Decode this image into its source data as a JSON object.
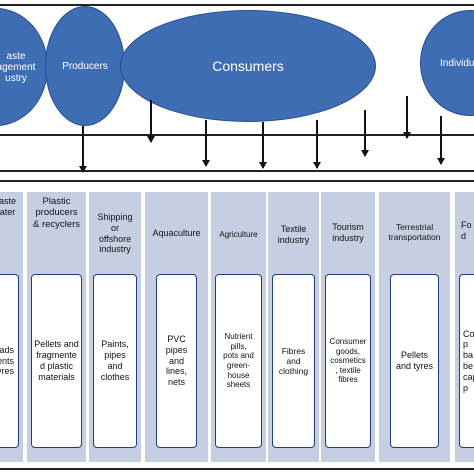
{
  "colors": {
    "ellipse_fill": "#3e6db4",
    "column_fill": "#c6cfe2",
    "box_border": "#1f3f7a"
  },
  "flow": {
    "waste": "aste\nagement\nustry",
    "producers": "Producers",
    "consumers": "Consumers",
    "individuals": "Individu"
  },
  "columns": [
    {
      "title": "aste\nater",
      "body": "eads\nents\ntyres"
    },
    {
      "title": "Plastic\nproducers\n& recyclers",
      "body": "Pellets and\nfragmente\nd plastic\nmaterials"
    },
    {
      "title": "Shipping\nor\noffshore\nindustry",
      "body": "Paints,\npipes\nand\nclothes"
    },
    {
      "title": "Aquaculture",
      "body": "PVC\npipes\nand\nlines,\nnets"
    },
    {
      "title": "Agriculture",
      "body": "Nutrient\npills,\npots and\ngreen-\nhouse\nsheets"
    },
    {
      "title": "Textile\nindustry",
      "body": "Fibres\nand\nclothing"
    },
    {
      "title": "Tourism\nindustry",
      "body": "Consumer\ngoods,\ncosmetics\n, textile\nfibres"
    },
    {
      "title": "Terrestrial\ntransportation",
      "body": "Pellets\nand tyres"
    },
    {
      "title": "Fo\nd",
      "body": "Con\np\nba\nbe\ncap\np"
    }
  ]
}
